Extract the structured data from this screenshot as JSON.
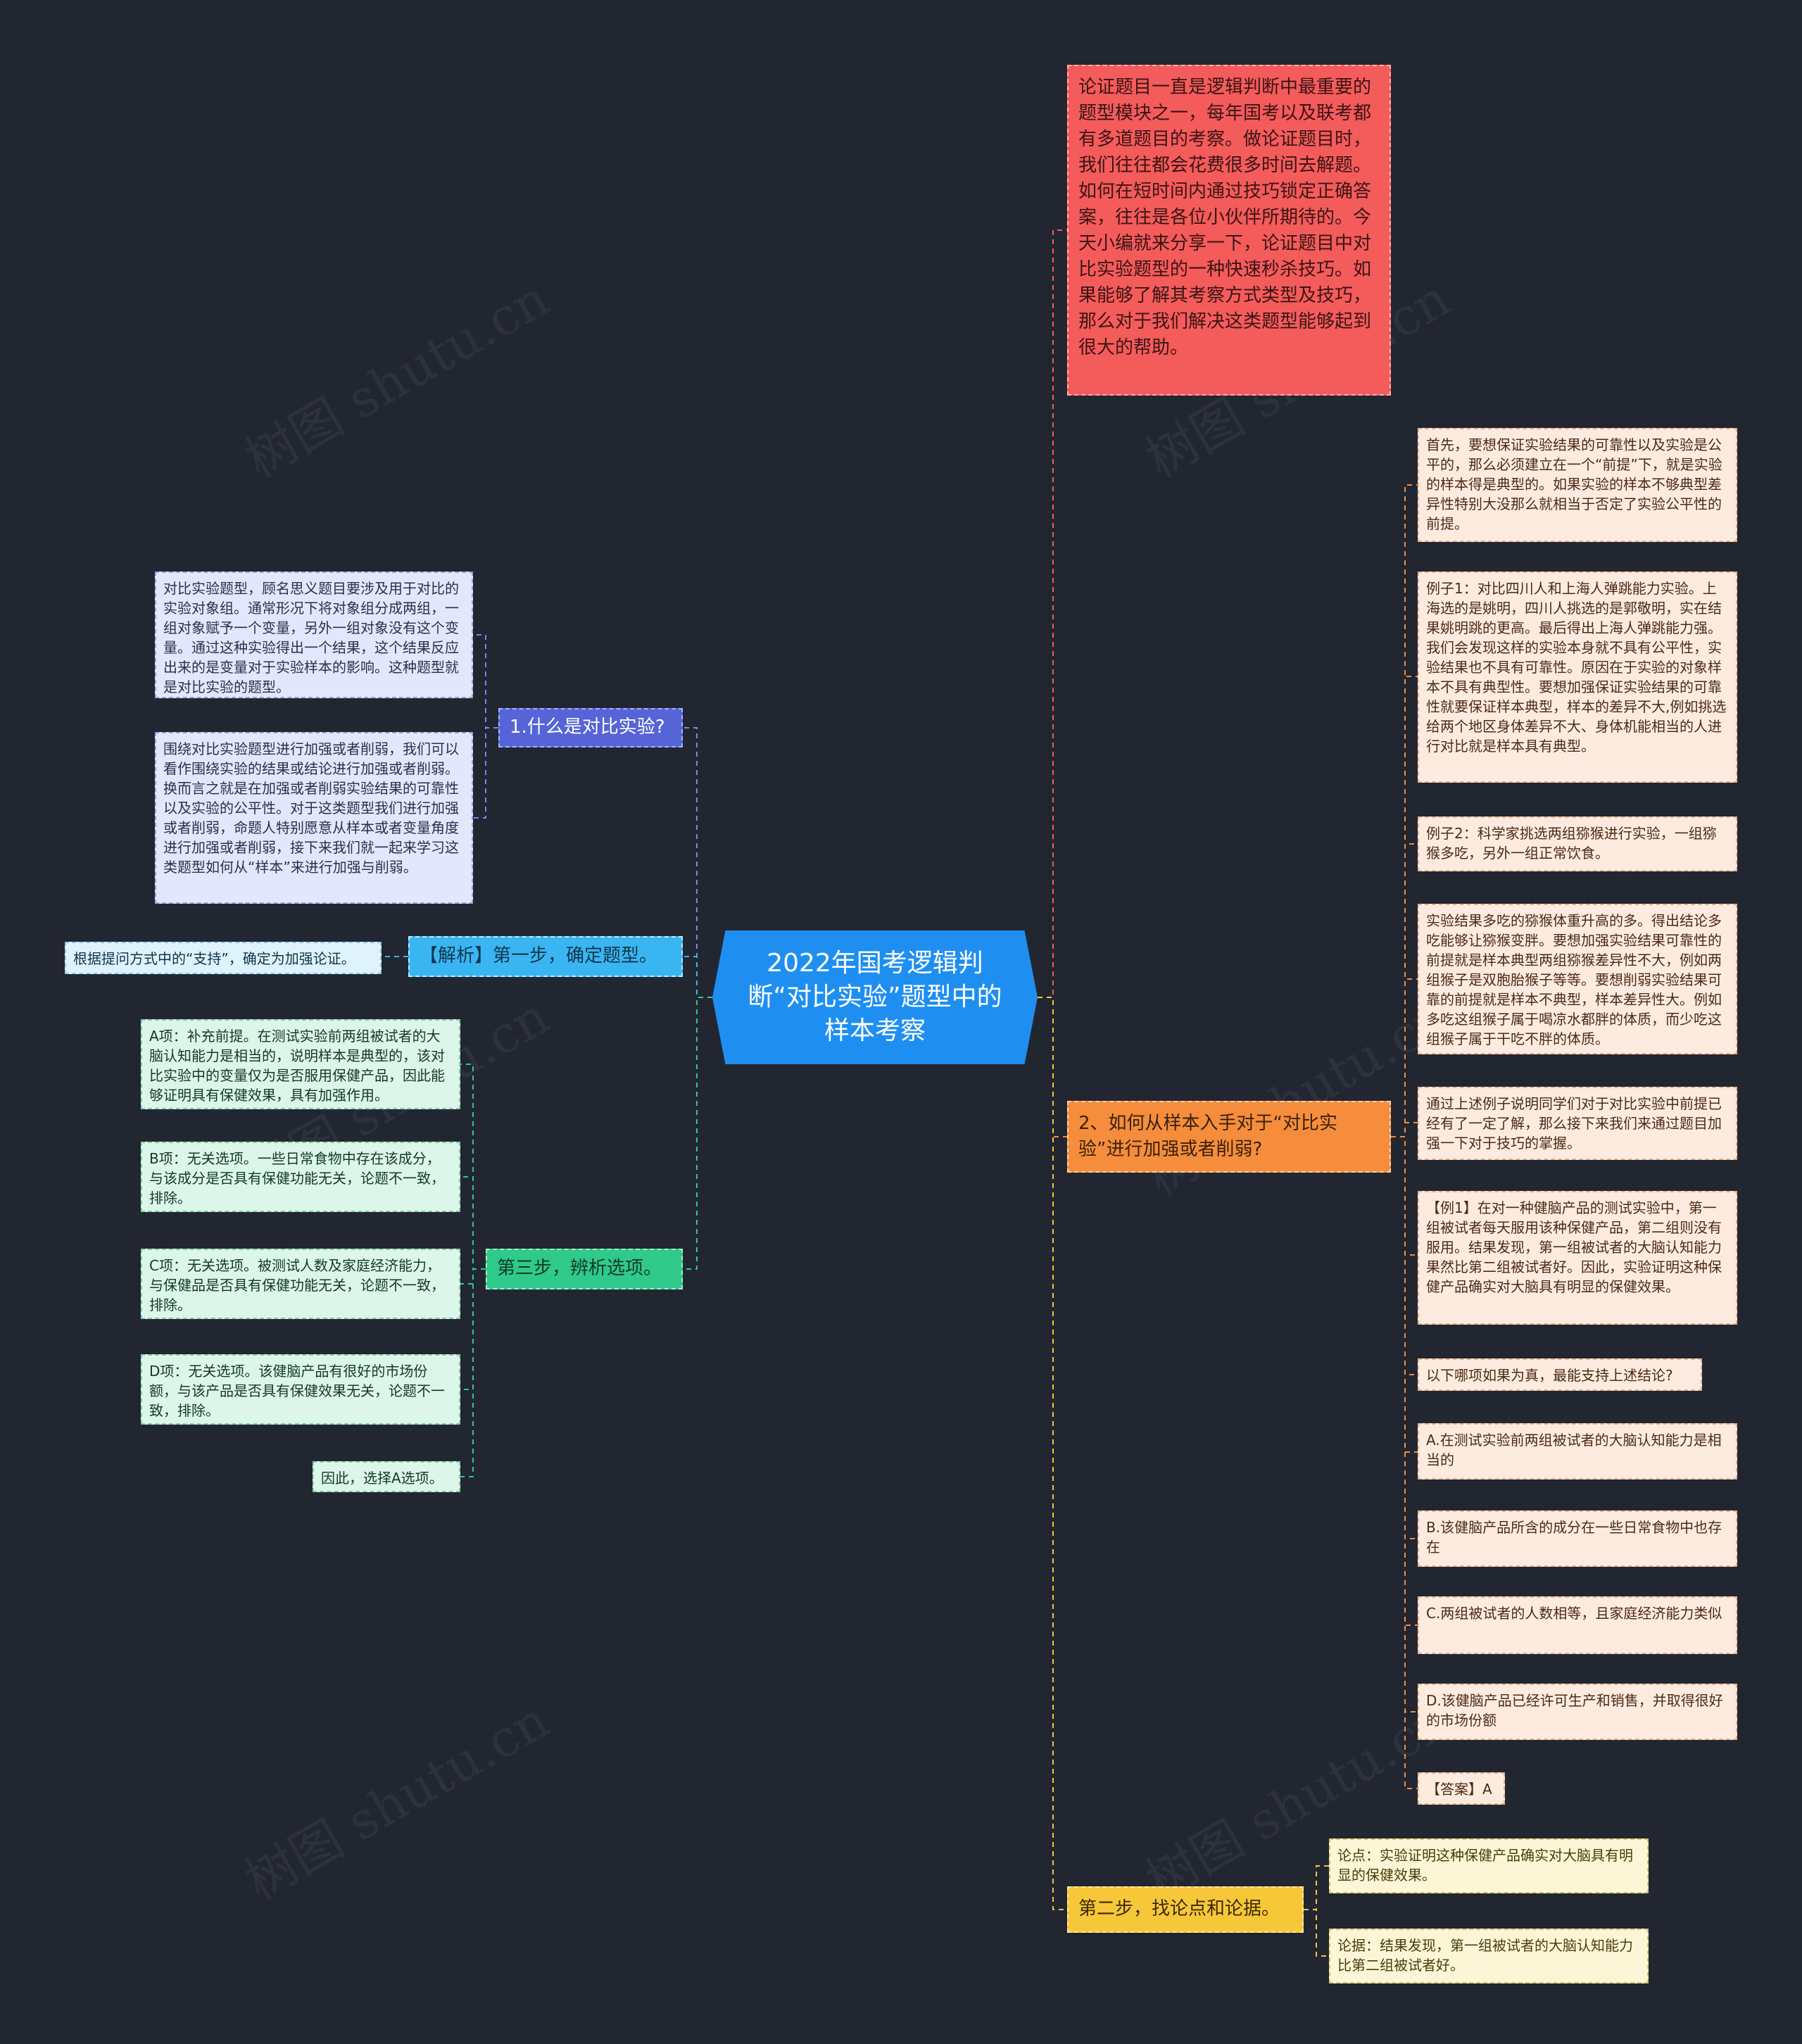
{
  "root": {
    "title": "2022年国考逻辑判断“对比实验”题型中的样本考察"
  },
  "intro": {
    "text": "论证题目一直是逻辑判断中最重要的题型模块之一，每年国考以及联考都有多道题目的考察。做论证题目时，我们往往都会花费很多时间去解题。如何在短时间内通过技巧锁定正确答案，往往是各位小伙伴所期待的。今天小编就来分享一下，论证题目中对比实验题型的一种快速秒杀技巧。如果能够了解其考察方式类型及技巧，那么对于我们解决这类题型能够起到很大的帮助。"
  },
  "branch1": {
    "title": "1.什么是对比实验?",
    "leaves": [
      "对比实验题型，顾名思义题目要涉及用于对比的实验对象组。通常形况下将对象组分成两组，一组对象赋予一个变量，另外一组对象没有这个变量。通过这种实验得出一个结果，这个结果反应出来的是变量对于实验样本的影响。这种题型就是对比实验的题型。",
      "围绕对比实验题型进行加强或者削弱，我们可以看作围绕实验的结果或结论进行加强或者削弱。换而言之就是在加强或者削弱实验结果的可靠性以及实验的公平性。对于这类题型我们进行加强或者削弱，命题人特别愿意从样本或者变量角度进行加强或者削弱，接下来我们就一起来学习这类题型如何从“样本”来进行加强与削弱。"
    ]
  },
  "branch2": {
    "title": "【解析】第一步，确定题型。",
    "leaves": [
      "根据提问方式中的“支持”，确定为加强论证。"
    ]
  },
  "branch3": {
    "title": "第三步，辨析选项。",
    "leaves": [
      "A项：补充前提。在测试实验前两组被试者的大脑认知能力是相当的，说明样本是典型的，该对比实验中的变量仅为是否服用保健产品，因此能够证明具有保健效果，具有加强作用。",
      "B项：无关选项。一些日常食物中存在该成分，与该成分是否具有保健功能无关，论题不一致，排除。",
      "C项：无关选项。被测试人数及家庭经济能力，与保健品是否具有保健功能无关，论题不一致，排除。",
      "D项：无关选项。该健脑产品有很好的市场份额，与该产品是否具有保健效果无关，论题不一致，排除。",
      "因此，选择A选项。"
    ]
  },
  "branch4": {
    "title": "2、如何从样本入手对于“对比实验”进行加强或者削弱?",
    "leaves": [
      "首先，要想保证实验结果的可靠性以及实验是公平的，那么必须建立在一个“前提”下，就是实验的样本得是典型的。如果实验的样本不够典型差异性特别大没那么就相当于否定了实验公平性的前提。",
      "例子1：对比四川人和上海人弹跳能力实验。上海选的是姚明，四川人挑选的是郭敬明，实在结果姚明跳的更高。最后得出上海人弹跳能力强。我们会发现这样的实验本身就不具有公平性，实验结果也不具有可靠性。原因在于实验的对象样本不具有典型性。要想加强保证实验结果的可靠性就要保证样本典型，样本的差异不大,例如挑选给两个地区身体差异不大、身体机能相当的人进行对比就是样本具有典型。",
      "例子2：科学家挑选两组猕猴进行实验，一组猕猴多吃，另外一组正常饮食。",
      "实验结果多吃的猕猴体重升高的多。得出结论多吃能够让猕猴变胖。要想加强实验结果可靠性的前提就是样本典型两组猕猴差异性不大，例如两组猴子是双胞胎猴子等等。要想削弱实验结果可靠的前提就是样本不典型，样本差异性大。例如多吃这组猴子属于喝凉水都胖的体质，而少吃这组猴子属于干吃不胖的体质。",
      "通过上述例子说明同学们对于对比实验中前提已经有了一定了解，那么接下来我们来通过题目加强一下对于技巧的掌握。",
      "【例1】在对一种健脑产品的测试实验中，第一组被试者每天服用该种保健产品，第二组则没有服用。结果发现，第一组被试者的大脑认知能力果然比第二组被试者好。因此，实验证明这种保健产品确实对大脑具有明显的保健效果。",
      "以下哪项如果为真，最能支持上述结论?",
      "A.在测试实验前两组被试者的大脑认知能力是相当的",
      "B.该健脑产品所含的成分在一些日常食物中也存在",
      "C.两组被试者的人数相等，且家庭经济能力类似",
      "D.该健脑产品已经许可生产和销售，并取得很好的市场份额",
      "【答案】A"
    ]
  },
  "branch5": {
    "title": "第二步，找论点和论据。",
    "leaves": [
      "论点：实验证明这种保健产品确实对大脑具有明显的保健效果。",
      "论据：结果发现，第一组被试者的大脑认知能力比第二组被试者好。"
    ]
  },
  "watermark": "树图 shutu.cn",
  "colors": {
    "intro": "#f45b5b",
    "branch1": "#5564d6",
    "branch2": "#39b6f2",
    "branch3": "#2fc98a",
    "branch4": "#f58d3d",
    "branch5": "#f7c73a"
  }
}
